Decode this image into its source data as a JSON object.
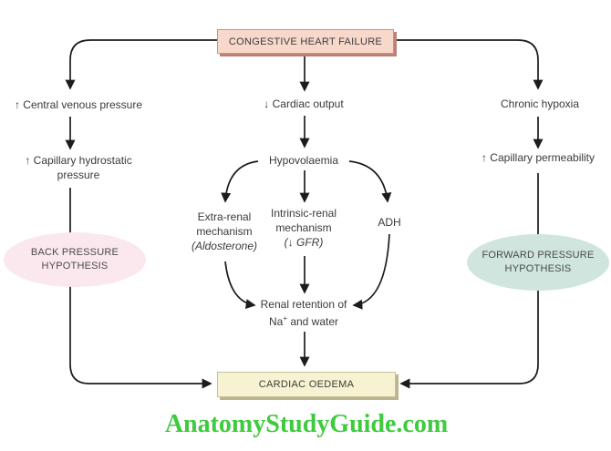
{
  "nodes": {
    "chf": "CONGESTIVE HEART FAILURE",
    "central_venous": "↑ Central venous pressure",
    "capillary_hydrostatic": "↑ Capillary hydrostatic pressure",
    "back_hypothesis": "BACK PRESSURE HYPOTHESIS",
    "cardiac_output": "↓ Cardiac output",
    "hypovolaemia": "Hypovolaemia",
    "extra_renal": "Extra-renal mechanism",
    "extra_renal_sub": "(Aldosterone)",
    "intrinsic_renal": "Intrinsic-renal mechanism",
    "intrinsic_renal_sub": "(↓ GFR)",
    "adh": "ADH",
    "renal_retention_line1": "Renal retention of",
    "renal_na": "Na",
    "renal_na_sup": "+",
    "renal_water": "and water",
    "cardiac_oedema": "CARDIAC OEDEMA",
    "chronic_hypoxia": "Chronic hypoxia",
    "capillary_permeability": "↑ Capillary permeability",
    "forward_hypothesis": "FORWARD PRESSURE HYPOTHESIS"
  },
  "watermark": {
    "text": "AnatomyStudyGuide.com"
  },
  "colors": {
    "chf_fill": "#f8d8ca",
    "chf_border": "#c9948a",
    "chf_shadow": "#bc8176",
    "oedema_fill": "#f7f2d2",
    "oedema_border": "#c6c198",
    "oedema_shadow": "#bab58c",
    "back_fill": "#fbe8ee",
    "forward_fill": "#cfe5de",
    "line": "#1c1c1c",
    "watermark": "#3ecb3e"
  }
}
